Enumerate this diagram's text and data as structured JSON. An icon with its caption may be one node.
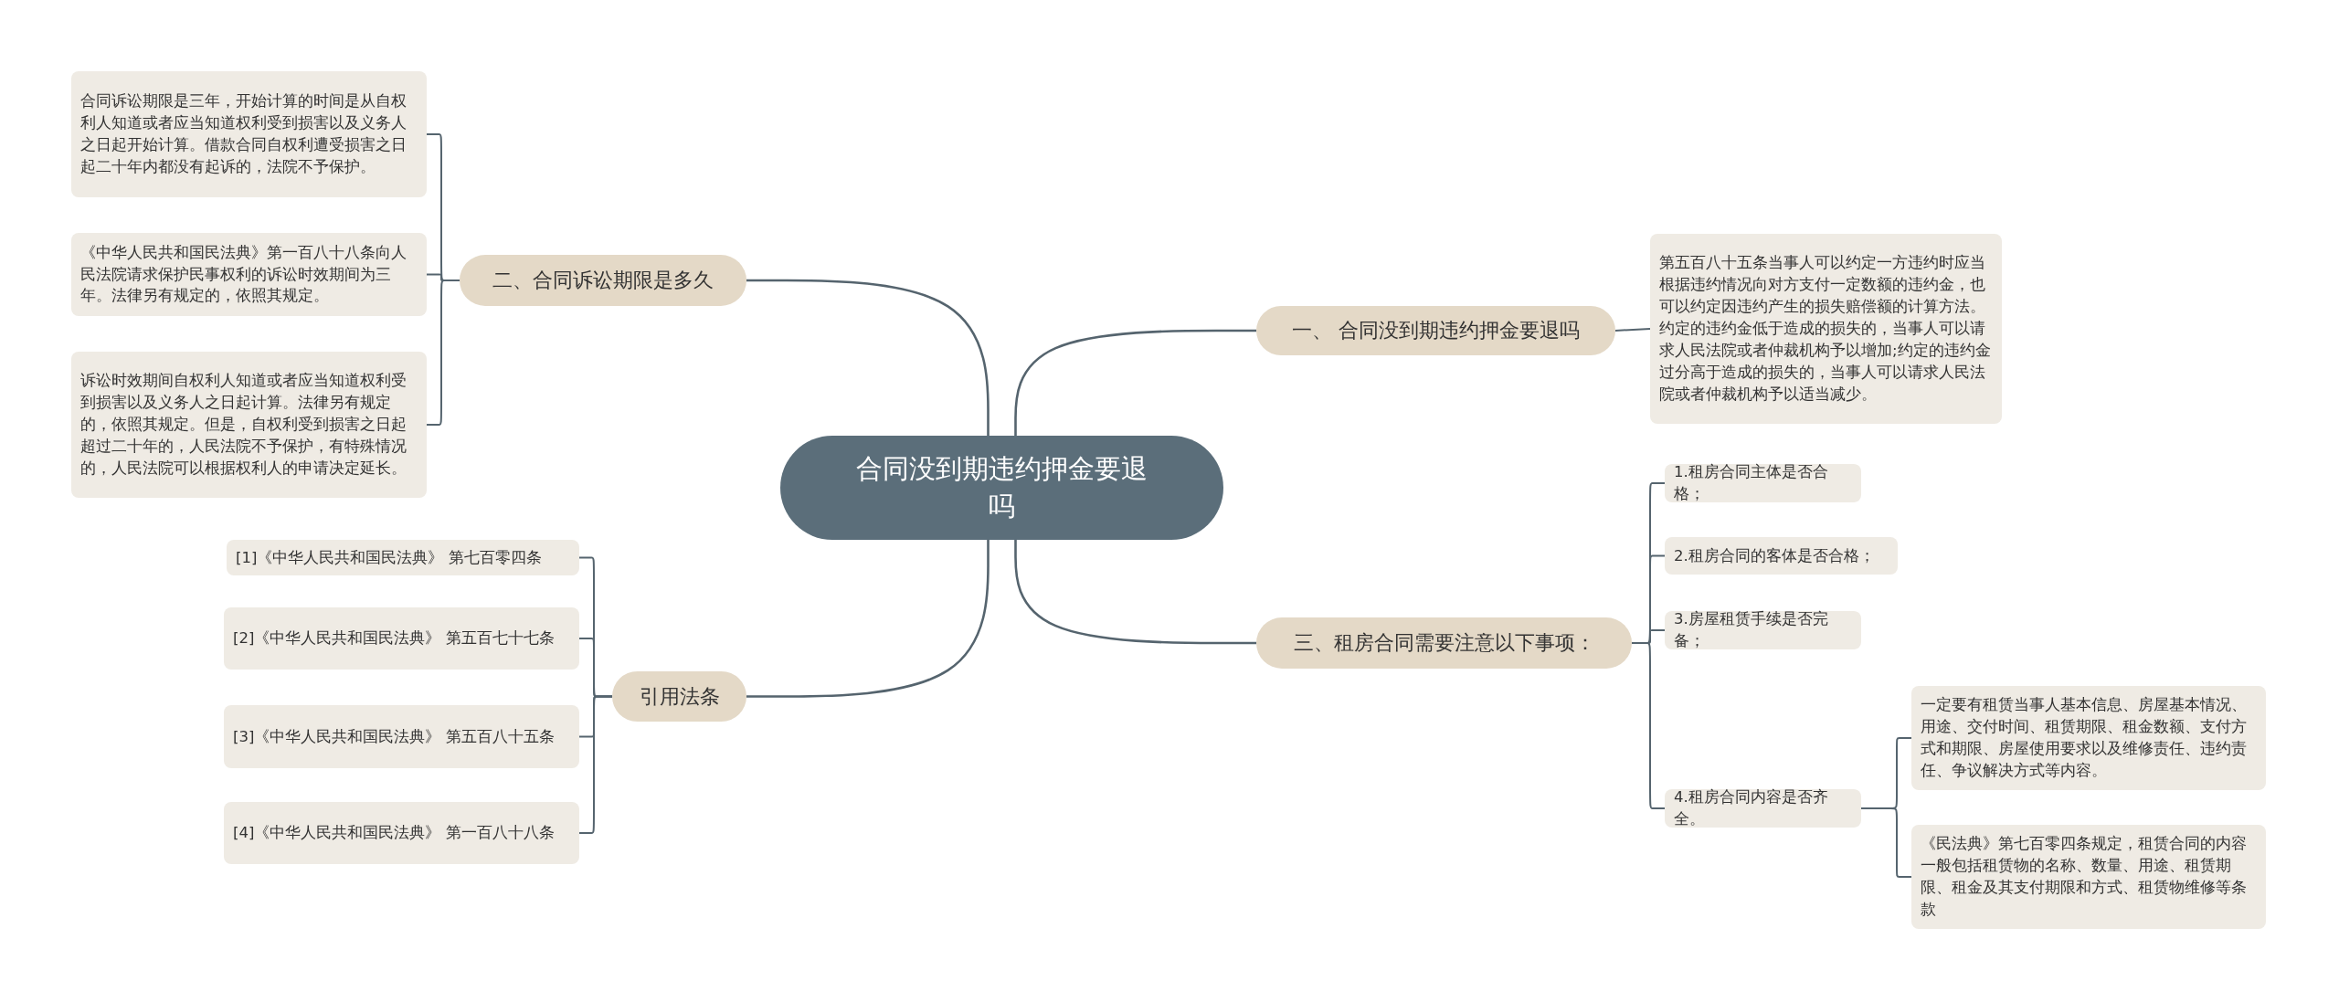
{
  "diagram": {
    "nodes": [
      {
        "text": [
          "合同没到期违约押金要退吗"
        ]
      },
      {
        "text": [
          "二、合同诉讼期限是多久"
        ]
      },
      {
        "text": [
          "合同诉讼期限是三年，开始计算的时间是从自权利人知道或者应当知道权利受到损害以及义务人之日起开始计算。借款合同自权利遭受损害之日起二十年内都没有起诉的，法院不予保护。"
        ]
      },
      {
        "text": [
          "《中华人民共和国民法典》第一百八十八条向人民法院请求保护民事权利的诉讼时效期间为三年。法律另有规定的，依照其规定。"
        ]
      },
      {
        "text": [
          "诉讼时效期间自权利人知道或者应当知道权利受到损害以及义务人之日起计算。法律另有规定的，依照其规定。但是，自权利受到损害之日起超过二十年的，人民法院不予保护，有特殊情况的，人民法院可以根据权利人的申请决定延长。"
        ]
      },
      {
        "text": [
          "一、 合同没到期违约押金要退吗"
        ]
      },
      {
        "text": [
          "第五百八十五条当事人可以约定一方违约时应当根据违约情况向对方支付一定数额的违约金，也可以约定因违约产生的损失赔偿额的计算方法。约定的违约金低于造成的损失的，当事人可以请求人民法院或者仲裁机构予以增加;约定的违约金过分高于造成的损失的，当事人可以请求人民法院或者仲裁机构予以适当减少。"
        ]
      },
      {
        "text": [
          "三、租房合同需要注意以下事项："
        ]
      },
      {
        "text": [
          "1.租房合同主体是否合格；"
        ]
      },
      {
        "text": [
          "2.租房合同的客体是否合格；"
        ]
      },
      {
        "text": [
          "3.房屋租赁手续是否完备；"
        ]
      },
      {
        "text": [
          "4.租房合同内容是否齐全。"
        ]
      },
      {
        "text": [
          "一定要有租赁当事人基本信息、房屋基本情况、用途、交付时间、租赁期限、租金数额、支付方式和期限、房屋使用要求以及维修责任、违约责任、争议解决方式等内容。"
        ]
      },
      {
        "text": [
          "《民法典》第七百零四条规定，租赁合同的内容一般包括租赁物的名称、数量、用途、租赁期限、租金及其支付期限和方式、租赁物维修等条款"
        ]
      },
      {
        "text": [
          "引用法条"
        ]
      },
      {
        "text": [
          "[1]《中华人民共和国民法典》 第七百零四条"
        ]
      },
      {
        "text": [
          "[2]《中华人民共和国民法典》 第五百七十七条"
        ]
      },
      {
        "text": [
          "[3]《中华人民共和国民法典》 第五百八十五条"
        ]
      },
      {
        "text": [
          "[4]《中华人民共和国民法典》 第一百八十八条"
        ]
      }
    ],
    "edges": [
      {
        "from": 0,
        "to": 1,
        "arrow": "none"
      },
      {
        "from": 1,
        "to": 2,
        "arrow": "none"
      },
      {
        "from": 1,
        "to": 3,
        "arrow": "none"
      },
      {
        "from": 1,
        "to": 4,
        "arrow": "none"
      },
      {
        "from": 0,
        "to": 5,
        "arrow": "none"
      },
      {
        "from": 5,
        "to": 6,
        "arrow": "none"
      },
      {
        "from": 0,
        "to": 7,
        "arrow": "none"
      },
      {
        "from": 7,
        "to": 8,
        "arrow": "none"
      },
      {
        "from": 7,
        "to": 9,
        "arrow": "none"
      },
      {
        "from": 7,
        "to": 10,
        "arrow": "none"
      },
      {
        "from": 7,
        "to": 11,
        "arrow": "none"
      },
      {
        "from": 11,
        "to": 12,
        "arrow": "none"
      },
      {
        "from": 11,
        "to": 13,
        "arrow": "none"
      },
      {
        "from": 0,
        "to": 14,
        "arrow": "none"
      },
      {
        "from": 14,
        "to": 15,
        "arrow": "none"
      },
      {
        "from": 14,
        "to": 16,
        "arrow": "none"
      },
      {
        "from": 14,
        "to": 17,
        "arrow": "none"
      },
      {
        "from": 14,
        "to": 18,
        "arrow": "none"
      }
    ]
  }
}
